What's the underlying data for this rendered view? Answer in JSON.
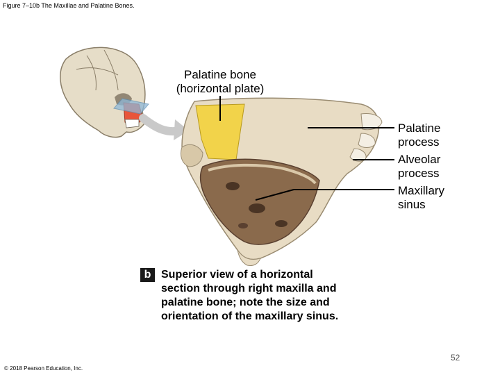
{
  "figure_title": "Figure 7–10b The Maxillae and Palatine Bones.",
  "labels": {
    "palatine_bone": [
      "Palatine bone",
      "(horizontal plate)"
    ],
    "palatine_process": [
      "Palatine",
      "process"
    ],
    "alveolar_process": [
      "Alveolar",
      "process"
    ],
    "maxillary_sinus": [
      "Maxillary",
      "sinus"
    ]
  },
  "caption": {
    "badge": "b",
    "lines": [
      "Superior view of a horizontal",
      "section through right maxilla and",
      "palatine bone; note the size and",
      "orientation of the maxillary sinus."
    ]
  },
  "page_number": "52",
  "copyright": "© 2018 Pearson Education, Inc.",
  "colors": {
    "bone": "#e8dcc4",
    "palatine_highlight": "#f2d34a",
    "sinus": "#8a6a4c",
    "maxilla_red": "#e8553a",
    "plane": "#8fb8d8"
  }
}
